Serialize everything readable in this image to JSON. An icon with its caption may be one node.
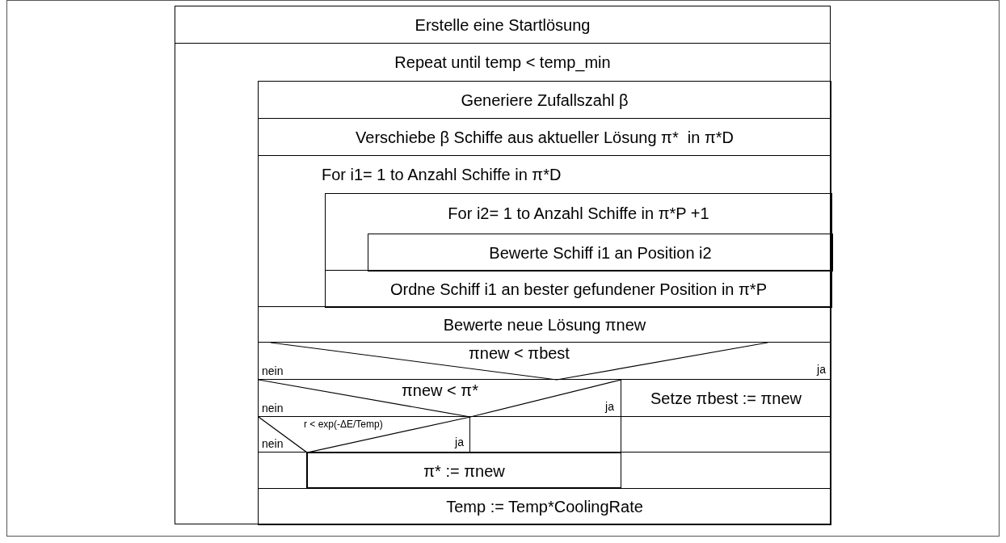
{
  "diagram": {
    "nodes": [
      {
        "text": [
          "Erstelle eine Startlösung"
        ]
      },
      {
        "text": [
          "Repeat until temp < temp_min"
        ]
      },
      {
        "text": [
          "Generiere Zufallszahl β"
        ],
        "in": 1
      },
      {
        "text": [
          "Verschiebe β Schiffe aus aktueller Lösung π*  in π*D"
        ],
        "in": 1
      },
      {
        "text": [
          "For i1= 1 to Anzahl Schiffe in π*D"
        ],
        "in": 1
      },
      {
        "text": [
          "For i2= 1 to Anzahl Schiffe in π*P +1"
        ],
        "in": 4
      },
      {
        "text": [
          "Bewerte Schiff i1 an Position i2"
        ],
        "in": 5
      },
      {
        "text": [
          "Ordne Schiff i1 an bester gefundener Position in π*P"
        ],
        "in": 4
      },
      {
        "text": [
          "Bewerte neue Lösung πnew"
        ],
        "in": 1
      },
      {
        "text": [
          "πnew < πbest",
          "nein",
          "ja"
        ],
        "in": 1
      },
      {
        "text": [
          "πnew < π*",
          "nein",
          "ja"
        ],
        "in": 1
      },
      {
        "text": [
          "Setze πbest := πnew"
        ],
        "in": 1
      },
      {
        "text": [
          "r < exp(-ΔE/Temp)",
          "nein",
          "ja"
        ],
        "in": 1
      },
      {
        "text": [],
        "shape": "box",
        "in": 1
      },
      {
        "text": [],
        "shape": "box",
        "in": 1
      },
      {
        "text": [],
        "shape": "box",
        "in": 1
      },
      {
        "text": [
          "π* := πnew"
        ],
        "in": 1
      },
      {
        "text": [],
        "shape": "box",
        "in": 1
      },
      {
        "text": [
          "Temp := Temp*CoolingRate"
        ],
        "in": 1
      }
    ]
  }
}
